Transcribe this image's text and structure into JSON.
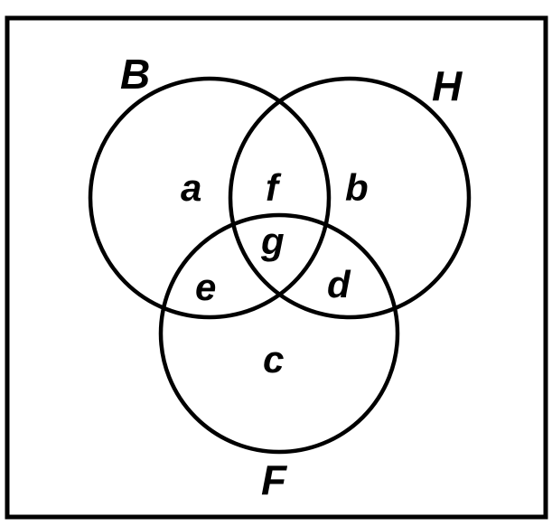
{
  "sets": {
    "b": {
      "label": "B"
    },
    "h": {
      "label": "H"
    },
    "f": {
      "label": "F"
    }
  },
  "regions": {
    "a": "a",
    "b": "b",
    "c": "c",
    "d": "d",
    "e": "e",
    "f": "f",
    "g": "g"
  },
  "colors": {
    "stroke": "#000000",
    "background": "#ffffff"
  }
}
